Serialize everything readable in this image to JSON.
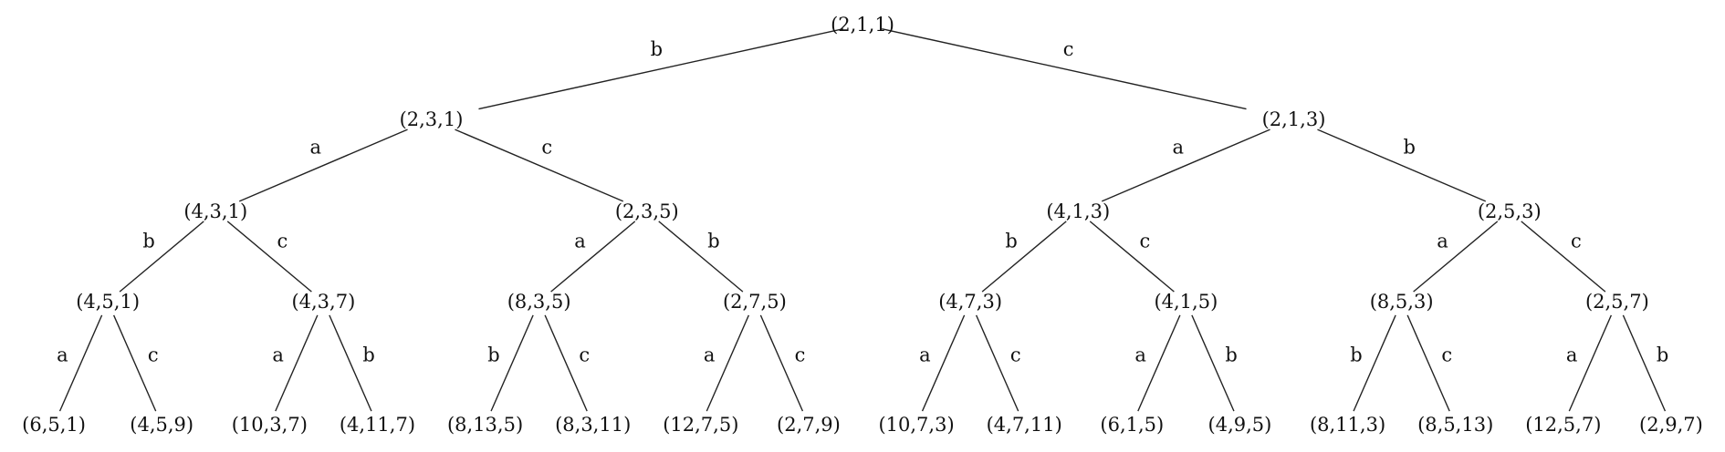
{
  "tree": {
    "label": "(2,1,1)",
    "children": [
      {
        "edge": "b",
        "label": "(2,3,1)",
        "children": [
          {
            "edge": "a",
            "label": "(4,3,1)",
            "children": [
              {
                "edge": "b",
                "label": "(4,5,1)",
                "children": [
                  {
                    "edge": "a",
                    "label": "(6,5,1)",
                    "children": []
                  },
                  {
                    "edge": "c",
                    "label": "(4,5,9)",
                    "children": []
                  }
                ]
              },
              {
                "edge": "c",
                "label": "(4,3,7)",
                "children": [
                  {
                    "edge": "a",
                    "label": "(10,3,7)",
                    "children": []
                  },
                  {
                    "edge": "b",
                    "label": "(4,11,7)",
                    "children": []
                  }
                ]
              }
            ]
          },
          {
            "edge": "c",
            "label": "(2,3,5)",
            "children": [
              {
                "edge": "a",
                "label": "(8,3,5)",
                "children": [
                  {
                    "edge": "b",
                    "label": "(8,13,5)",
                    "children": []
                  },
                  {
                    "edge": "c",
                    "label": "(8,3,11)",
                    "children": []
                  }
                ]
              },
              {
                "edge": "b",
                "label": "(2,7,5)",
                "children": [
                  {
                    "edge": "a",
                    "label": "(12,7,5)",
                    "children": []
                  },
                  {
                    "edge": "c",
                    "label": "(2,7,9)",
                    "children": []
                  }
                ]
              }
            ]
          }
        ]
      },
      {
        "edge": "c",
        "label": "(2,1,3)",
        "children": [
          {
            "edge": "a",
            "label": "(4,1,3)",
            "children": [
              {
                "edge": "b",
                "label": "(4,7,3)",
                "children": [
                  {
                    "edge": "a",
                    "label": "(10,7,3)",
                    "children": []
                  },
                  {
                    "edge": "c",
                    "label": "(4,7,11)",
                    "children": []
                  }
                ]
              },
              {
                "edge": "c",
                "label": "(4,1,5)",
                "children": [
                  {
                    "edge": "a",
                    "label": "(6,1,5)",
                    "children": []
                  },
                  {
                    "edge": "b",
                    "label": "(4,9,5)",
                    "children": []
                  }
                ]
              }
            ]
          },
          {
            "edge": "b",
            "label": "(2,5,3)",
            "children": [
              {
                "edge": "a",
                "label": "(8,5,3)",
                "children": [
                  {
                    "edge": "b",
                    "label": "(8,11,3)",
                    "children": []
                  },
                  {
                    "edge": "c",
                    "label": "(8,5,13)",
                    "children": []
                  }
                ]
              },
              {
                "edge": "c",
                "label": "(2,5,7)",
                "children": [
                  {
                    "edge": "a",
                    "label": "(12,5,7)",
                    "children": []
                  },
                  {
                    "edge": "b",
                    "label": "(2,9,7)",
                    "children": []
                  }
                ]
              }
            ]
          }
        ]
      }
    ]
  }
}
